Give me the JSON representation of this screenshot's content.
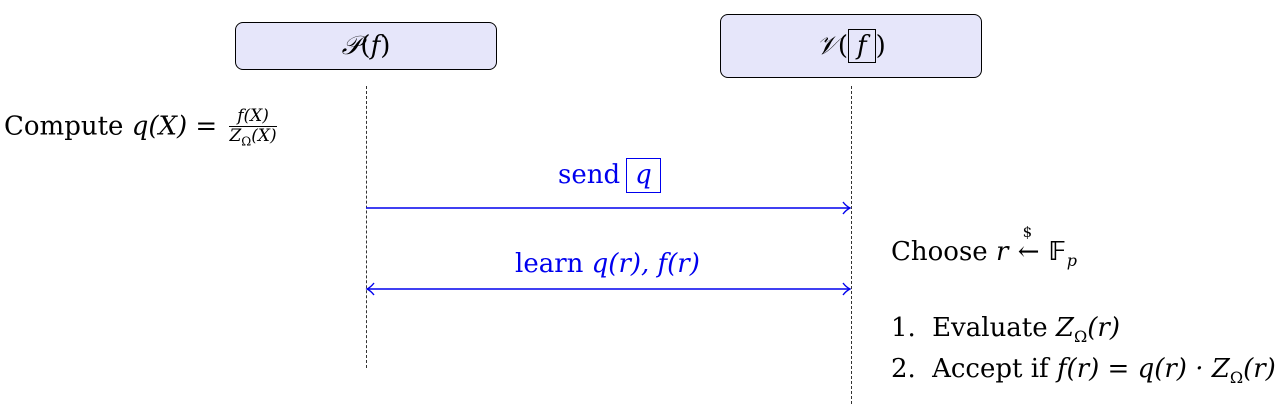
{
  "prover": {
    "symbol": "𝒫",
    "open_paren": "(",
    "arg": "f",
    "close_paren": ")"
  },
  "verifier": {
    "symbol": "𝒱",
    "open_paren": "(",
    "arg": "f",
    "close_paren": ")"
  },
  "prover_step": {
    "prefix": "Compute",
    "lhs": "q(X) =",
    "numerator": "f(X)",
    "denominator_base": "Z",
    "denominator_sub": "Ω",
    "denominator_tail": "(X)"
  },
  "messages": {
    "send_word": "send",
    "send_arg": "q",
    "learn_word": "learn",
    "learn_args": "q(r), f(r)"
  },
  "verifier_steps": {
    "choose_word": "Choose",
    "choose_var": "r",
    "sample_symbol": "$",
    "field": "𝔽",
    "field_sub": "p",
    "step1_num": "1.",
    "step1_text": "Evaluate",
    "step1_math_base": "Z",
    "step1_math_sub": "Ω",
    "step1_math_tail": "(r)",
    "step2_num": "2.",
    "step2_text": "Accept if",
    "step2_math_lhs": "f(r) = q(r) · ",
    "step2_math_base": "Z",
    "step2_math_sub": "Ω",
    "step2_math_tail": "(r)"
  },
  "colors": {
    "box_fill": "#e6e6fa",
    "message": "#0000ee",
    "lifeline": "#333333"
  }
}
